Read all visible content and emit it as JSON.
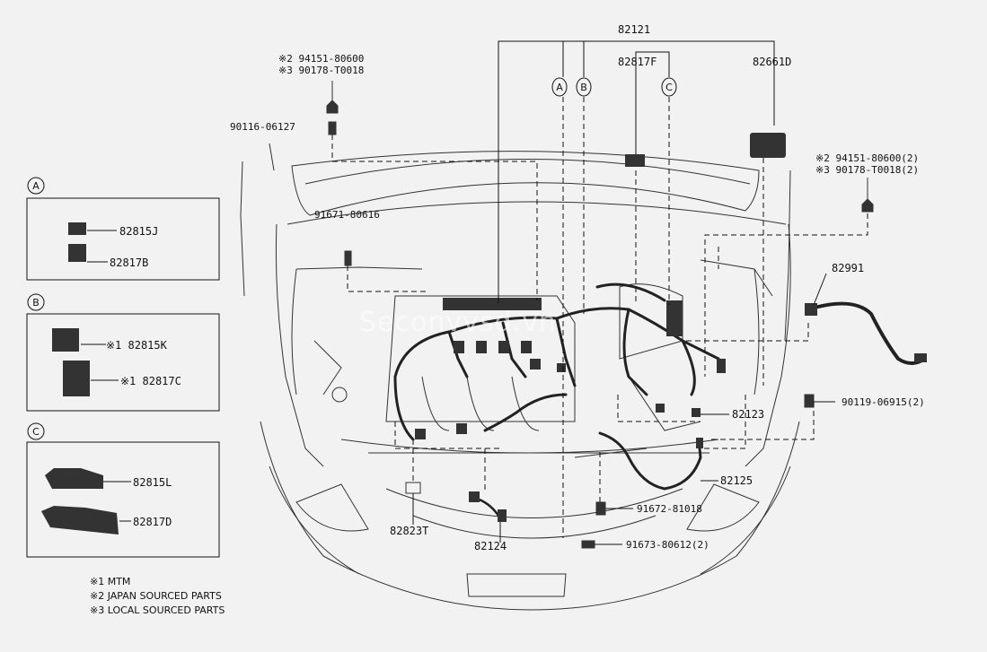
{
  "parts": {
    "main_harness": "82121",
    "p82817F": "82817F",
    "p82661D": "82661D",
    "p82991": "82991",
    "p82123": "82123",
    "p82125": "82125",
    "p82124": "82124",
    "p82823T": "82823T",
    "n94151_top": "※2 94151-80600",
    "n90178_top": "※3 90178-T0018",
    "n90116": "90116-06127",
    "n91671": "91671-80616",
    "n94151_right": "※2 94151-80600(2)",
    "n90178_right": "※3 90178-T0018(2)",
    "n90119": "90119-06915(2)",
    "n91672": "91672-81018",
    "n91673": "91673-80612(2)"
  },
  "callouts": {
    "A": "A",
    "B": "B",
    "C": "C"
  },
  "inset_a": {
    "tag": "A",
    "p1": "82815J",
    "p2": "82817B"
  },
  "inset_b": {
    "tag": "B",
    "p1": "※1 82815K",
    "p2": "※1 82817C"
  },
  "inset_c": {
    "tag": "C",
    "p1": "82815L",
    "p2": "82817D"
  },
  "notes": [
    "※1 MTM",
    "※2 JAPAN SOURCED PARTS",
    "※3 LOCAL SOURCED PARTS"
  ],
  "watermark": "Seconvvsd.vn"
}
